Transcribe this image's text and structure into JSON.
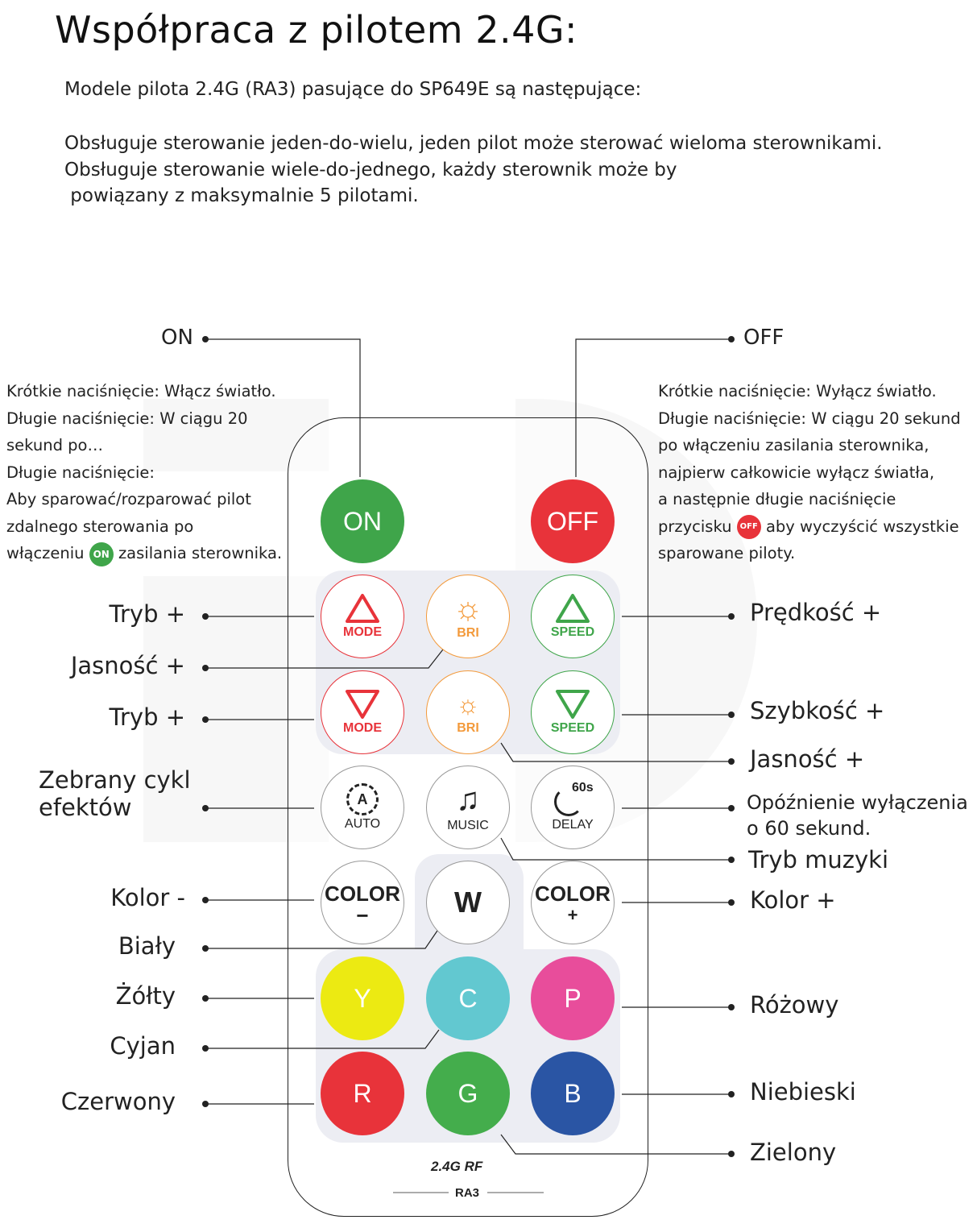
{
  "title": "Współpraca z pilotem 2.4G:",
  "intro": "Modele pilota 2.4G (RA3) pasujące do SP649E są następujące:",
  "support_lines": [
    "Obsługuje sterowanie jeden-do-wielu, jeden pilot może sterować wieloma sterownikami.",
    "Obsługuje sterowanie wiele-do-jednego, każdy sterownik może by",
    " powiązany z maksymalnie 5 pilotami."
  ],
  "on_desc": {
    "title": "ON",
    "lines": [
      "Krótkie naciśnięcie: Włącz światło.",
      "Długie naciśnięcie: W ciągu 20",
      "sekund po…",
      "Długie naciśnięcie:",
      "Aby sparować/rozparować pilot",
      "zdalnego sterowania po"
    ],
    "last_before": "włączeniu",
    "badge": "ON",
    "last_after": "zasilania sterownika."
  },
  "off_desc": {
    "title": "OFF",
    "lines": [
      "Krótkie naciśnięcie: Wyłącz światło.",
      "Długie naciśnięcie: W ciągu 20 sekund",
      "po włączeniu zasilania sterownika,",
      "najpierw całkowicie wyłącz światła,",
      "a następnie długie naciśnięcie"
    ],
    "last_before": "przycisku",
    "badge": "OFF",
    "last_after": "aby wyczyścić wszystkie",
    "final": "sparowane piloty."
  },
  "left_labels": [
    "Tryb +",
    "Jasność +",
    "Tryb +",
    "Zebrany cykl",
    "efektów",
    "Kolor -",
    "Biały",
    "Żółty",
    "Cyjan",
    "Czerwony"
  ],
  "right_labels": [
    "Prędkość +",
    "Szybkość +",
    "Jasność +",
    "Opóźnienie wyłączenia",
    "o 60 sekund.",
    "Tryb muzyki",
    "Kolor +",
    "Różowy",
    "Niebieski",
    "Zielony"
  ],
  "buttons": {
    "on": "ON",
    "off": "OFF",
    "mode_up": "MODE",
    "bri_up": "BRI",
    "speed_up": "SPEED",
    "mode_down": "MODE",
    "bri_down": "BRI",
    "speed_down": "SPEED",
    "auto": "AUTO",
    "auto_icon_letter": "A",
    "music": "MUSIC",
    "delay": "DELAY",
    "delay_icon_text": "60s",
    "color_minus": "COLOR",
    "minus": "−",
    "w": "W",
    "color_plus": "COLOR",
    "plus": "+",
    "y": "Y",
    "c": "C",
    "p": "P",
    "r": "R",
    "g": "G",
    "b": "B"
  },
  "brand": "2.4G RF",
  "model": "RA3",
  "colors": {
    "on": "#3fa54a",
    "off": "#e8333a",
    "mode": "#e8333a",
    "bri": "#f39a3b",
    "speed": "#3fa54a",
    "y": "#ecea12",
    "c": "#62c8d0",
    "p": "#e84d9b",
    "r": "#e8333a",
    "g": "#44ad4c",
    "b": "#2a55a4",
    "panel": "#ecedf3"
  }
}
